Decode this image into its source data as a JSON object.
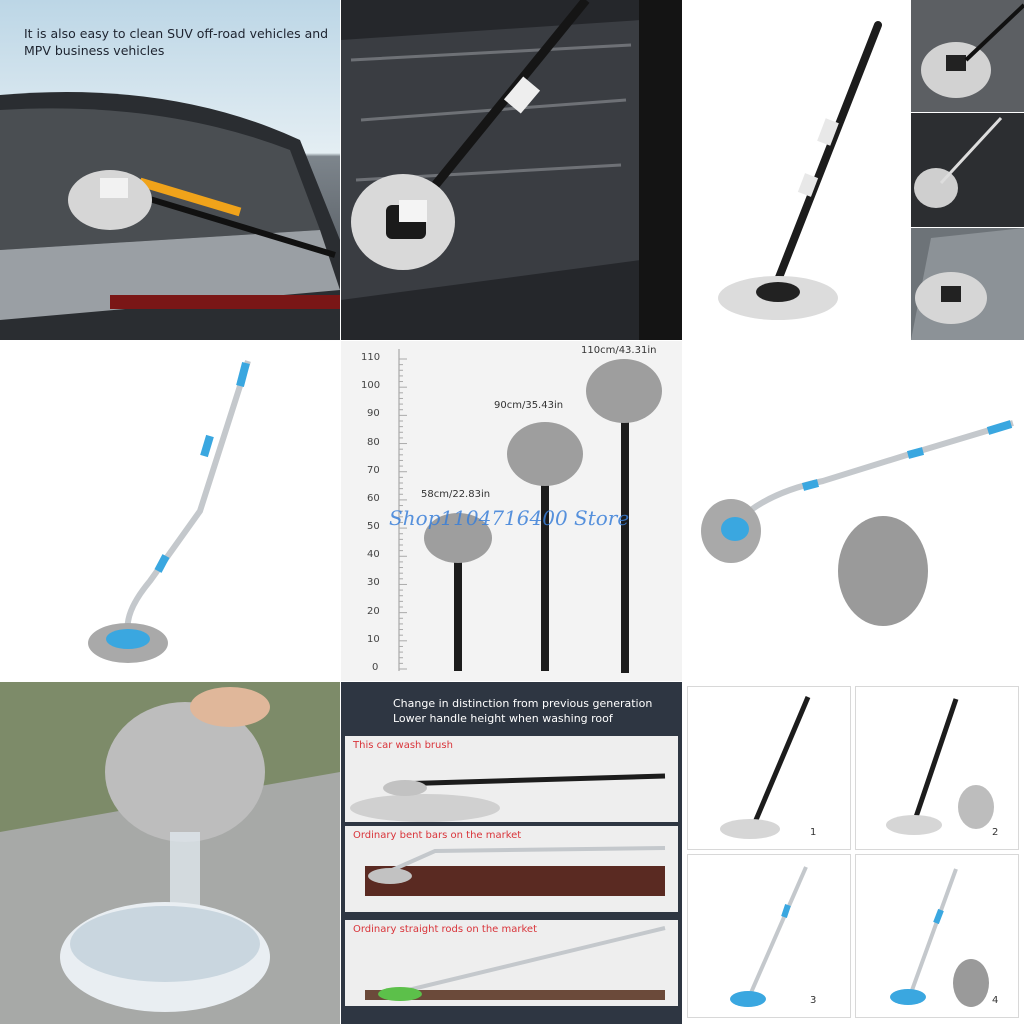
{
  "panel_top_left": {
    "caption_line1": "It is also easy to clean SUV off-road vehicles and",
    "caption_line2": "MPV business vehicles"
  },
  "height_chart": {
    "y_ticks": [
      "110",
      "100",
      "90",
      "80",
      "70",
      "60",
      "50",
      "40",
      "30",
      "20",
      "10",
      "0"
    ],
    "short_label": "58cm/22.83in",
    "mid_label": "90cm/35.43in",
    "tall_label": "110cm/43.31in",
    "watermark": "Shop1104716400 Store"
  },
  "comparison": {
    "header_line1": "Change in distinction from previous generation",
    "header_line2": "Lower handle height when washing roof",
    "row1_label": "This car wash brush",
    "row2_label": "Ordinary bent bars on the market",
    "row3_label": "Ordinary straight rods on the market"
  },
  "variants": {
    "v1": "1",
    "v2": "2",
    "v3": "3",
    "v4": "4"
  },
  "colors": {
    "accent_blue": "#3aa7e0",
    "handle_black": "#1c1c1c",
    "mop_gray": "#c9c9c9",
    "label_red": "#d9343a",
    "dark_panel": "#2e3642"
  }
}
